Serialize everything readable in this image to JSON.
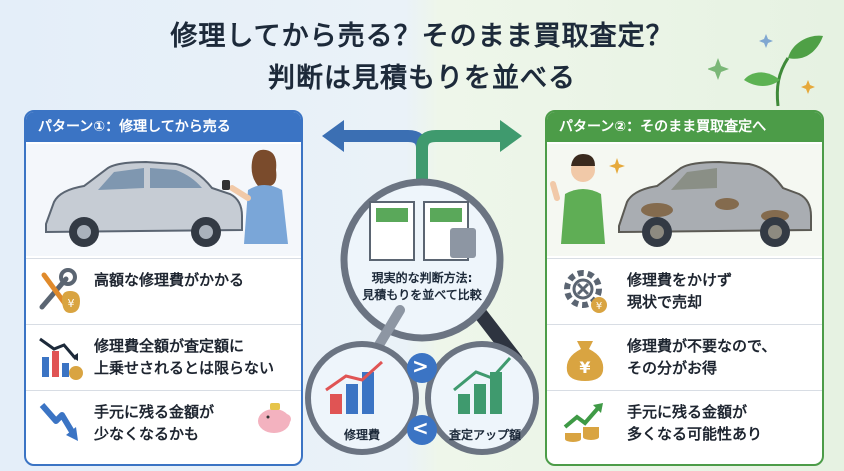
{
  "title": {
    "line1": "修理してから売る？そのまま買取査定？",
    "line2": "判断は見積もりを並べる"
  },
  "left_panel": {
    "header": "パターン①：修理してから売る",
    "rows": [
      {
        "icon": "wrench-yen-icon",
        "text_lines": [
          "高額な修理費がかかる"
        ]
      },
      {
        "icon": "bar-chart-down-icon",
        "text_lines": [
          "修理費全額が査定額に",
          "上乗せされるとは限らない"
        ]
      },
      {
        "icon": "down-arrow-piggybank-icon",
        "text_lines": [
          "手元に残る金額が",
          "少なくなるかも"
        ]
      }
    ]
  },
  "right_panel": {
    "header": "パターン②：そのまま買取査定へ",
    "rows": [
      {
        "icon": "gear-no-cost-icon",
        "text_lines": [
          "修理費をかけず",
          "現状で売却"
        ]
      },
      {
        "icon": "yen-moneybag-icon",
        "text_lines": [
          "修理費が不要なので、",
          "その分がお得"
        ]
      },
      {
        "icon": "growth-coins-icon",
        "text_lines": [
          "手元に残る金額が",
          "多くなる可能性あり"
        ]
      }
    ]
  },
  "center": {
    "magnifier_text_lines": [
      "現実的な判断方法:",
      "見積もりを並べて比較"
    ],
    "compare_left_label": "修理費",
    "compare_right_label": "査定アップ額",
    "compare_symbol_top": ">",
    "compare_symbol_bottom": "<"
  },
  "colors": {
    "left_accent": "#3b74c4",
    "right_accent": "#4c9c48",
    "title_text": "#1d2a3a"
  }
}
